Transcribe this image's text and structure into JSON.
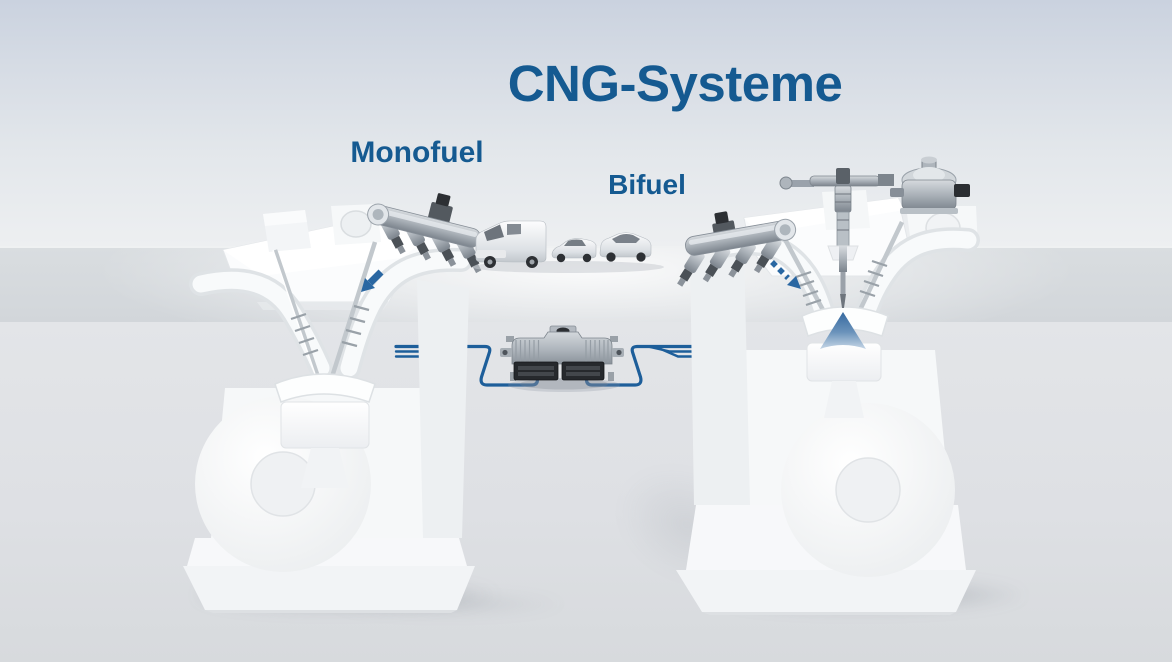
{
  "title": "CNG-Systeme",
  "labels": {
    "monofuel": "Monofuel",
    "bifuel": "Bifuel"
  },
  "colors": {
    "heading_blue": "#155a91",
    "wiring_blue": "#1d5e9a",
    "arrow_blue": "#2a67a2",
    "spray_blue": "#35699f",
    "background_top": "#cbd3e0",
    "band_gray": "#d6dadd",
    "floor_gray": "#e0e2e5"
  },
  "icons": {
    "left_engine": "monofuel-engine-cutaway",
    "right_engine": "bifuel-engine-cutaway",
    "cng_rail": "cng-rail-with-injectors",
    "direct_injector": "gasoline-direct-injector",
    "high_pressure_pump": "high-pressure-pump",
    "ecu": "engine-control-unit",
    "vehicles": "vehicle-fleet",
    "wiring": "ecu-wiring-harness",
    "gas_flow_arrow_left": "gas-injection-arrow",
    "gas_flow_arrow_right": "gas-injection-arrow-dashed",
    "injection_spray": "direct-injection-spray-cone"
  }
}
